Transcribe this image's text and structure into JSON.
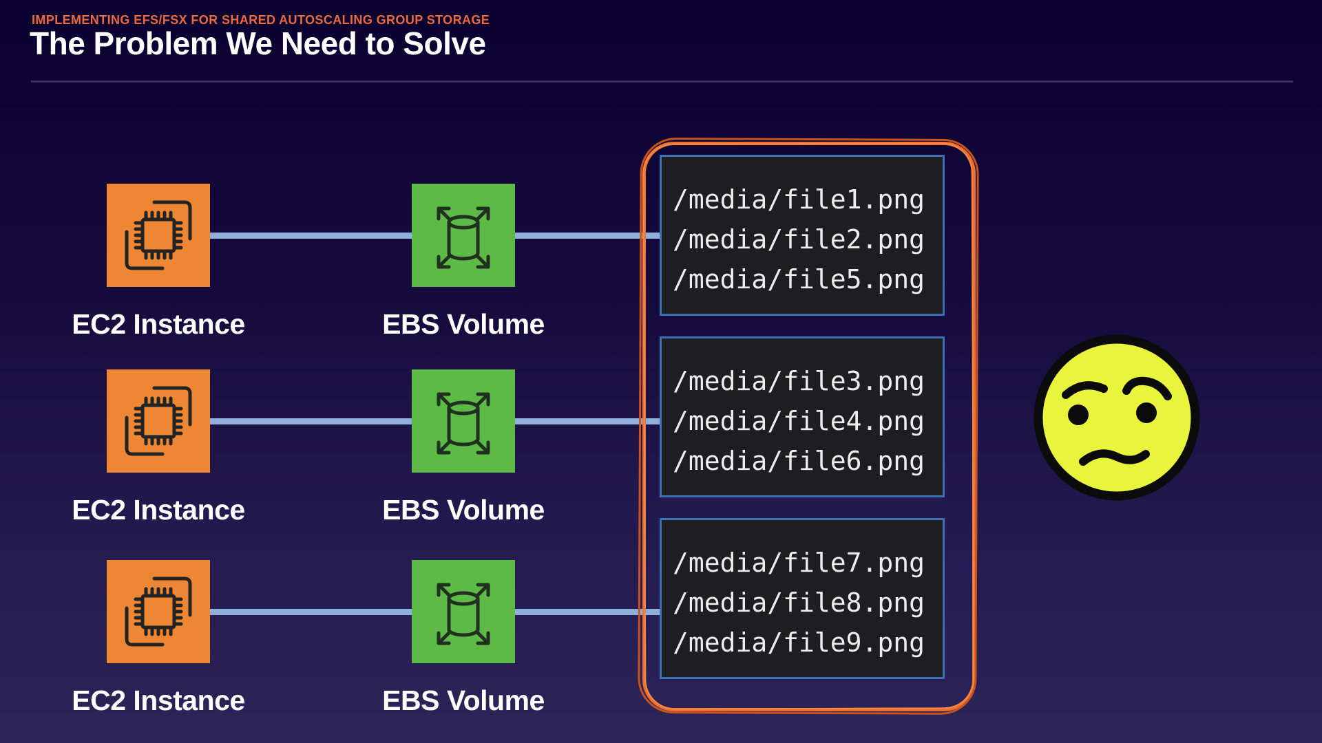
{
  "header": {
    "eyebrow": "IMPLEMENTING EFS/FSX FOR SHARED AUTOSCALING GROUP STORAGE",
    "title": "The Problem We Need to Solve"
  },
  "rows": [
    {
      "ec2_label": "EC2 Instance",
      "ebs_label": "EBS Volume",
      "files": [
        "/media/file1.png",
        "/media/file2.png",
        "/media/file5.png"
      ]
    },
    {
      "ec2_label": "EC2 Instance",
      "ebs_label": "EBS Volume",
      "files": [
        "/media/file3.png",
        "/media/file4.png",
        "/media/file6.png"
      ]
    },
    {
      "ec2_label": "EC2 Instance",
      "ebs_label": "EBS Volume",
      "files": [
        "/media/file7.png",
        "/media/file8.png",
        "/media/file9.png"
      ]
    }
  ],
  "emoji": {
    "name": "confused-face"
  },
  "colors": {
    "background_top": "#0b0130",
    "background_bottom": "#2d2458",
    "eyebrow_orange": "#ea6a3c",
    "ec2_orange": "#ed8733",
    "ebs_green": "#5dba47",
    "connector_blue": "#8fafdc",
    "box_bg": "#1e1e20",
    "box_border_blue": "#3c72b4",
    "frame_orange": "#ed7031",
    "emoji_yellow": "#e9f43c"
  }
}
